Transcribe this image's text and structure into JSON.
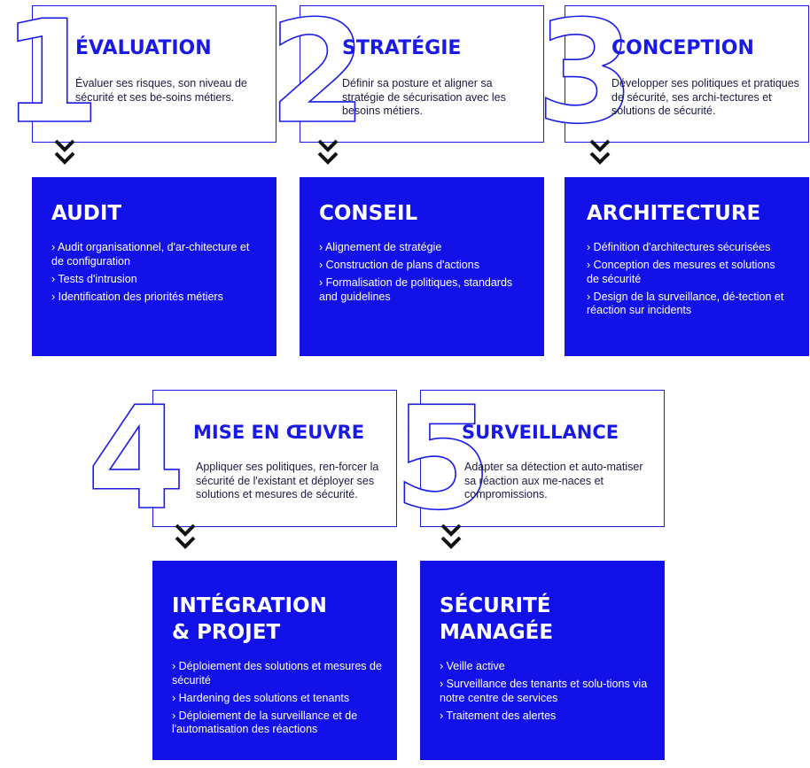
{
  "top_steps": [
    {
      "number": "1",
      "title": "ÉVALUATION",
      "desc": "Évaluer ses risques, son niveau de sécurité et ses be-soins métiers."
    },
    {
      "number": "2",
      "title": "STRATÉGIE",
      "desc": "Définir sa posture et aligner sa stratégie de sécurisation avec les besoins métiers."
    },
    {
      "number": "3",
      "title": "CONCEPTION",
      "desc": "Développer ses politiques et pratiques de sécurité, ses archi-tectures et solutions de sécurité."
    }
  ],
  "top_services": [
    {
      "title": "AUDIT",
      "items": [
        "› Audit organisationnel, d'ar-chitecture et de configuration",
        "› Tests d'intrusion",
        "› Identification des priorités métiers"
      ]
    },
    {
      "title": "CONSEIL",
      "items": [
        "› Alignement de stratégie",
        "› Construction de plans d'actions",
        "› Formalisation de politiques, standards and guidelines"
      ]
    },
    {
      "title": "ARCHITECTURE",
      "items": [
        "› Définition d'architectures sécurisées",
        "› Conception des mesures et solutions de sécurité",
        "› Design de la surveillance, dé-tection et réaction sur incidents"
      ]
    }
  ],
  "bottom_steps": [
    {
      "number": "4",
      "title": "MISE EN ŒUVRE",
      "desc": "Appliquer ses politiques, ren-forcer la sécurité de l'existant et déployer ses solutions et mesures de sécurité."
    },
    {
      "number": "5",
      "title": "SURVEILLANCE",
      "desc": "Adapter sa détection et auto-matiser sa réaction aux me-naces et compromissions."
    }
  ],
  "bottom_services": [
    {
      "title": "INTÉGRATION\n& PROJET",
      "items": [
        "› Déploiement des solutions et mesures de sécurité",
        "› Hardening des solutions et tenants",
        "› Déploiement de la surveillance et de l'automatisation des réactions"
      ]
    },
    {
      "title": "SÉCURITÉ\nMANAGÉE",
      "items": [
        "› Veille active",
        "› Surveillance des tenants et solu-tions via notre centre de services",
        "› Traitement des alertes"
      ]
    }
  ],
  "colors": {
    "accent": "#1212e8",
    "outline": "#1a1ae6",
    "text_dark": "#1a1a40",
    "chevron": "#111111"
  },
  "icons": {
    "chevron": "double-chevron-down-icon"
  }
}
